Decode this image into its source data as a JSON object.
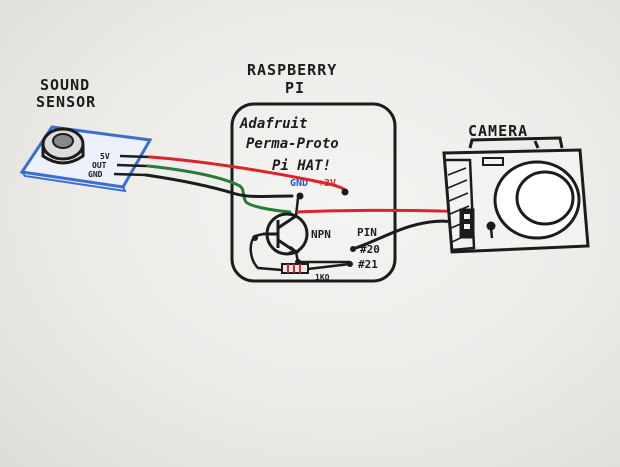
{
  "labels": {
    "sound_sensor_line1": "SOUND",
    "sound_sensor_line2": "SENSOR",
    "raspberry_line1": "RASPBERRY",
    "raspberry_line2": "PI",
    "hat_line1": "Adafruit",
    "hat_line2": "Perma-Proto",
    "hat_line3": "Pi HAT!",
    "camera": "CAMERA",
    "pin_5v": "5V",
    "pin_out": "OUT",
    "pin_gnd": "GND",
    "hat_gnd": "GND",
    "hat_3v3": "+3V",
    "npn": "NPN",
    "pin": "PIN",
    "pin_20": "#20",
    "pin_21": "#21",
    "resistor": "1KΩ"
  },
  "colors": {
    "ink": "#1c1c1c",
    "wire_red": "#d8262b",
    "wire_green": "#2a7a3a",
    "wire_black": "#1c1c1c",
    "board_blue": "#3a6fd0",
    "label_blue": "#2a55c8",
    "label_red": "#d8262b",
    "resistor_red": "#c8302c"
  }
}
